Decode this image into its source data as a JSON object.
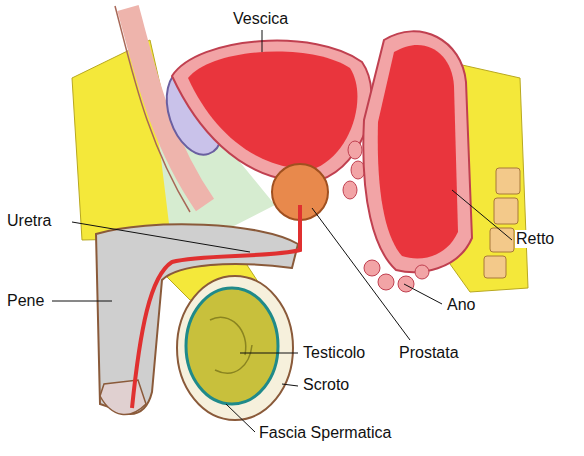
{
  "diagram": {
    "labels": [
      "Vescica",
      "Uretra",
      "Retto",
      "Pene",
      "Ano",
      "Testicolo",
      "Prostata",
      "Scroto",
      "Fascia Spermatica"
    ]
  }
}
